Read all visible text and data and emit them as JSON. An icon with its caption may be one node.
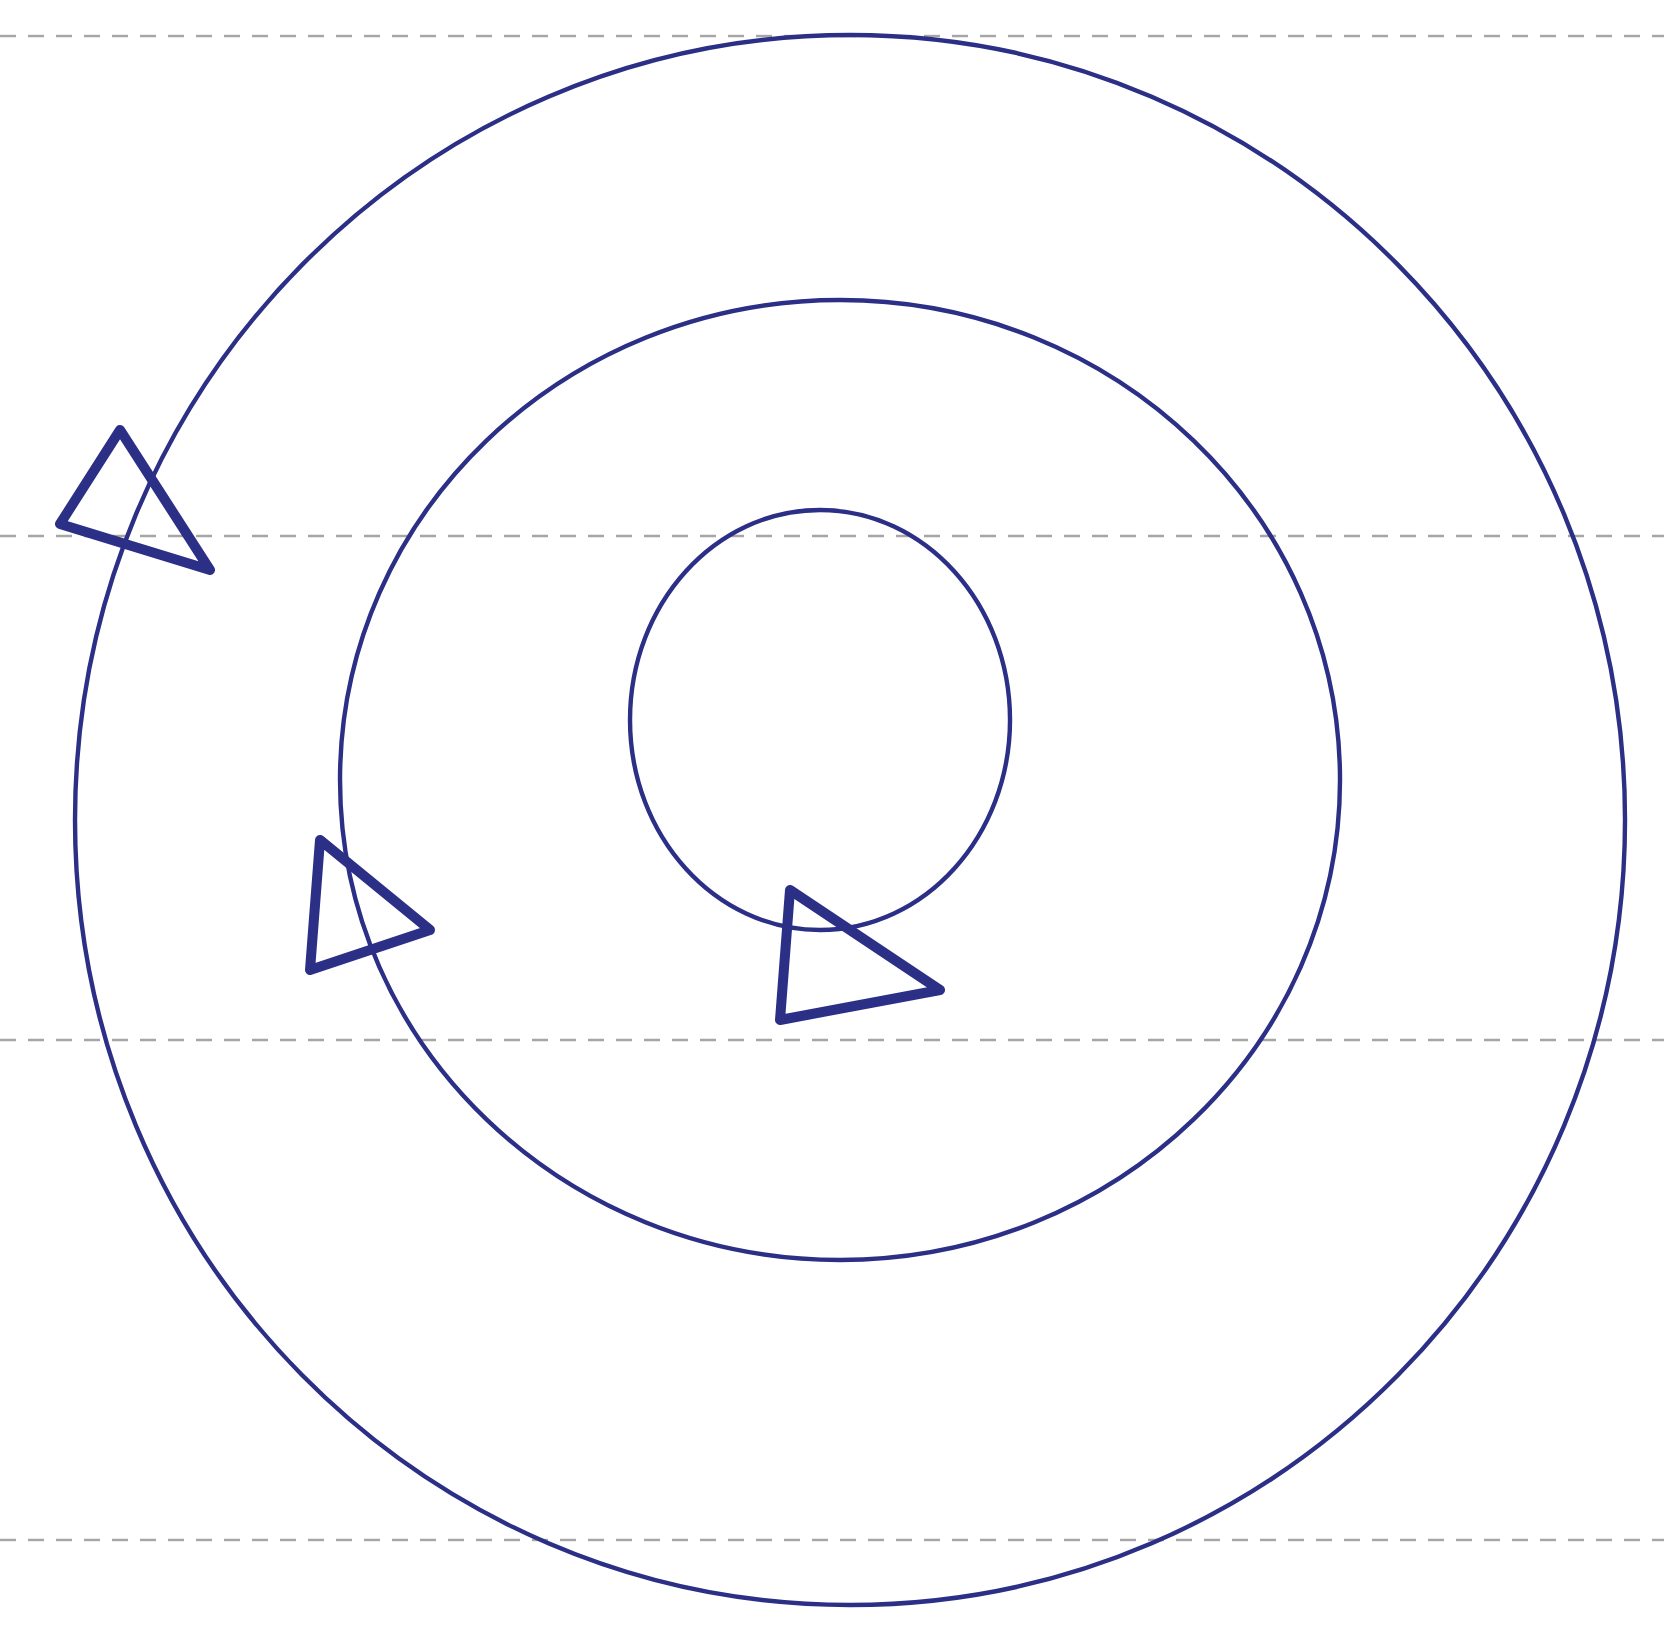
{
  "diagram": {
    "nodes": [
      {
        "text": [],
        "shape": "circle"
      },
      {
        "text": [],
        "shape": "circle",
        "in": 0
      },
      {
        "text": [],
        "shape": "circle",
        "in": 1
      }
    ]
  }
}
